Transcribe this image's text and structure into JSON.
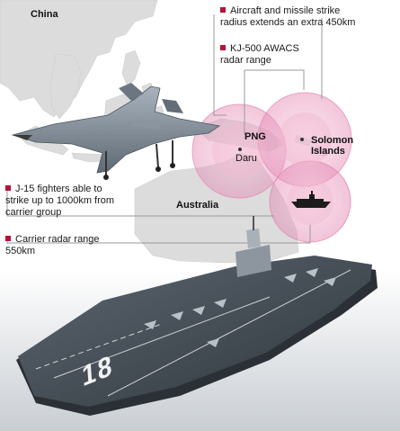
{
  "map": {
    "china": "China",
    "australia": "Australia",
    "png": "PNG",
    "daru": "Daru",
    "solomon": "Solomon Islands"
  },
  "callouts": {
    "strike_radius": "Aircraft and missile strike radius extends an extra 450km",
    "awacs": "KJ-500 AWACS radar range",
    "j15": "J-15 fighters able to strike up to 1000km from carrier group",
    "carrier_radar": "Carrier radar range 550km"
  },
  "hull_number": "18",
  "colors": {
    "range_circle": "#e8a5c4",
    "bullet": "#b5123a",
    "land": "#d9d9d9",
    "leader_line": "#9a9a9a"
  },
  "icons": [
    "fighter-jet-icon",
    "carrier-silhouette-icon",
    "aircraft-carrier-image"
  ]
}
